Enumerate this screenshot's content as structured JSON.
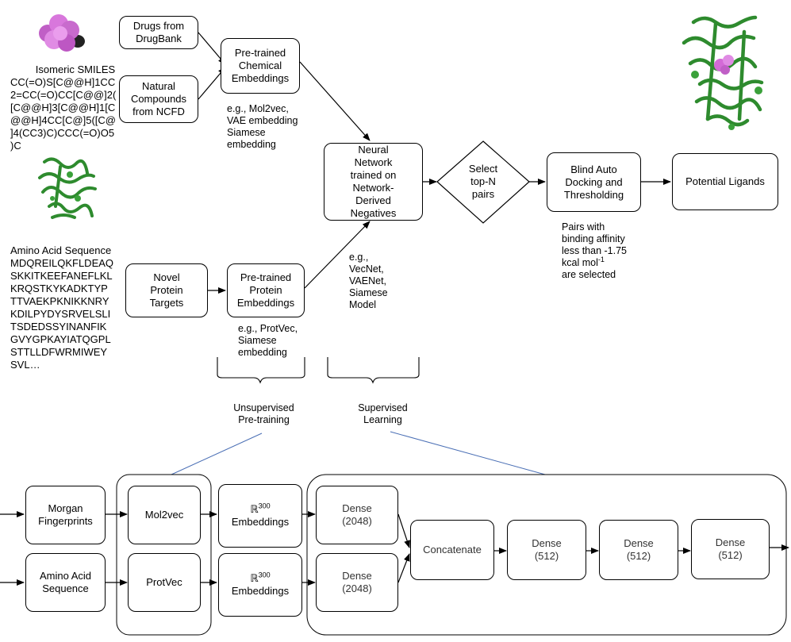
{
  "top": {
    "smiles_title": "Isomeric SMILES",
    "smiles_text": "CC(=O)S[C@@H]1CC\n2=CC(=O)CC[C@@]2(\n[C@@H]3[C@@H]1[C\n@@H]4CC[C@]5([C@\n]4(CC3)C)CCC(=O)O5\n)C",
    "aa_title": "Amino Acid Sequence",
    "aa_text": "MDQREILQKFLDEAQ\nSKKITKEEFANEFLKL\nKRQSTKYKADKTYP\nTTVAEKPKNIKKNRY\nKDILPYDYSRVELSLI\nTSDEDSSYINANFIK\nGVYGPKAYIATQGPL\nSTTLLDFWRMIWEY\nSVL…",
    "drugs": "Drugs from\nDrugBank",
    "natural": "Natural\nCompounds\nfrom NCFD",
    "chem_emb": "Pre-trained\nChemical\nEmbeddings",
    "chem_eg": "e.g., Mol2vec,\nVAE embedding\nSiamese\nembedding",
    "nn": "Neural\nNetwork\ntrained on\nNetwork-\nDerived\nNegatives",
    "select": "Select\ntop-N\npairs",
    "blind": "Blind Auto\nDocking and\nThresholding",
    "ligands": "Potential Ligands",
    "pairs_note_1": "Pairs with\nbinding affinity\nless than -1.75\nkcal mol",
    "pairs_note_sup": "-1",
    "pairs_note_2": "are selected",
    "protein_targets": "Novel\nProtein\nTargets",
    "prot_emb": "Pre-trained\nProtein\nEmbeddings",
    "prot_eg": "e.g., ProtVec,\nSiamese\nembedding",
    "model_eg": "e.g.,\nVecNet,\nVAENet,\nSiamese\nModel",
    "unsup": "Unsupervised\nPre-training",
    "sup": "Supervised\nLearning"
  },
  "bottom": {
    "morgan": "Morgan\nFingerprints",
    "aminoacid": "Amino Acid\nSequence",
    "mol2vec": "Mol2vec",
    "protvec": "ProtVec",
    "reals_symbol": "ℝ",
    "reals_sup": "300",
    "embeddings": "Embeddings",
    "dense2048": "Dense\n(2048)",
    "concatenate": "Concatenate",
    "dense512": "Dense\n(512)"
  },
  "colors": {
    "bracket_line": "#4a6fb5",
    "mol_pink": "#d36ad6",
    "protein_green": "#2e8b2e"
  }
}
